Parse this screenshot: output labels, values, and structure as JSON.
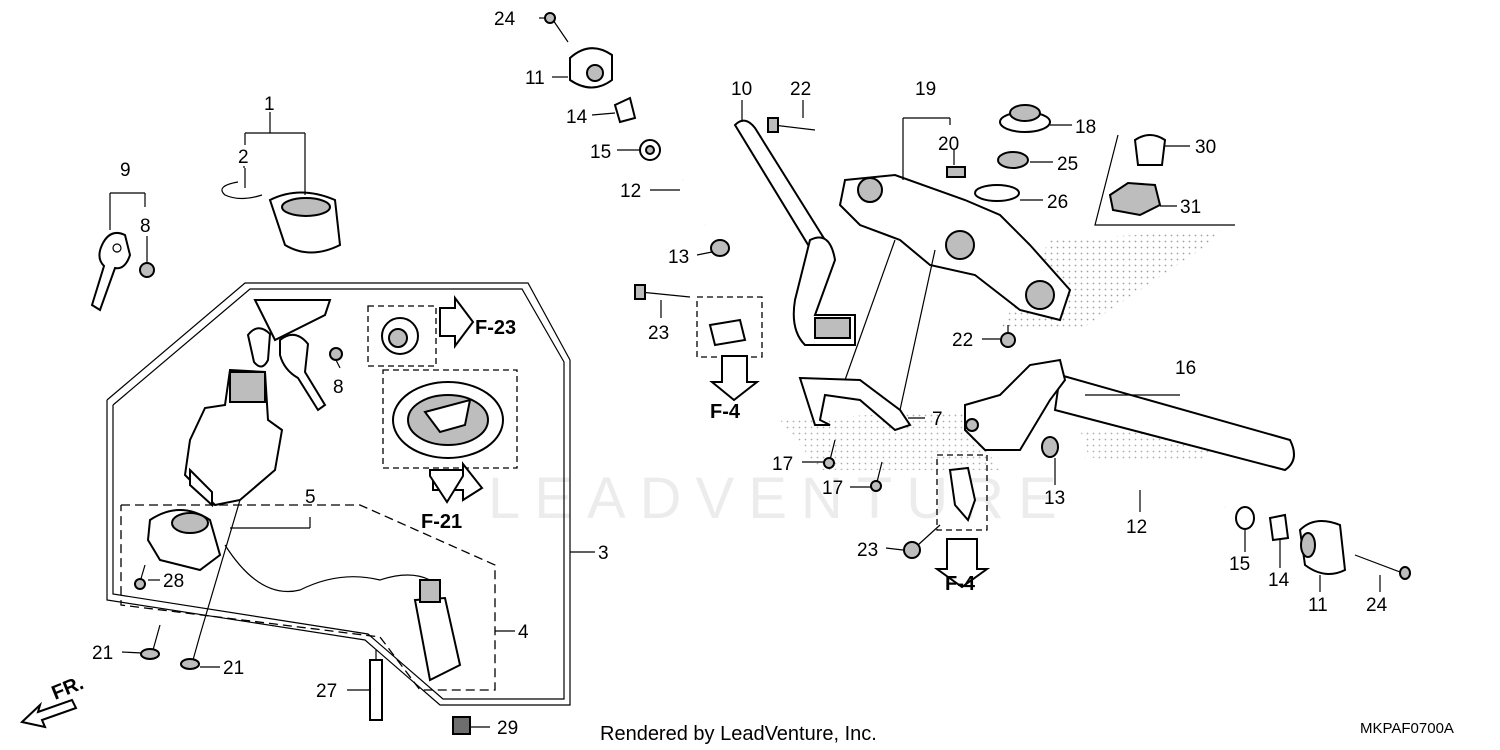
{
  "callouts": {
    "c1": "1",
    "c2": "2",
    "c3": "3",
    "c4": "4",
    "c5": "5",
    "c7": "7",
    "c8a": "8",
    "c8b": "8",
    "c9": "9",
    "c10": "10",
    "c11a": "11",
    "c11b": "11",
    "c12a": "12",
    "c12b": "12",
    "c13a": "13",
    "c13b": "13",
    "c14a": "14",
    "c14b": "14",
    "c15a": "15",
    "c15b": "15",
    "c16": "16",
    "c17a": "17",
    "c17b": "17",
    "c18": "18",
    "c19": "19",
    "c20": "20",
    "c21a": "21",
    "c21b": "21",
    "c22a": "22",
    "c22b": "22",
    "c23a": "23",
    "c23b": "23",
    "c24a": "24",
    "c24b": "24",
    "c25": "25",
    "c26": "26",
    "c27": "27",
    "c28": "28",
    "c29": "29",
    "c30": "30",
    "c31": "31"
  },
  "references": {
    "f23": "F-23",
    "f21": "F-21",
    "f4a": "F-4",
    "f4b": "F-4",
    "front": "FR."
  },
  "watermark": "LEADVENTURE",
  "footer": {
    "credit": "Rendered by LeadVenture, Inc.",
    "diagram_code": "MKPAF0700A"
  }
}
